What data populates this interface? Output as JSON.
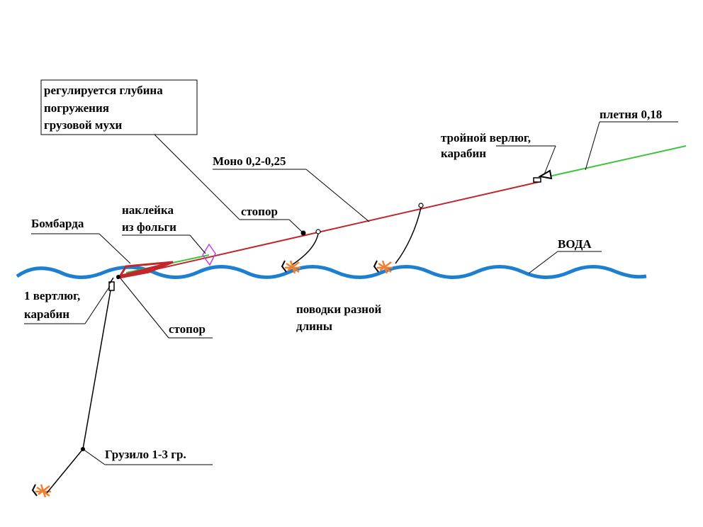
{
  "colors": {
    "mono_line": "#c0262b",
    "braid_line": "#3cc43c",
    "water": "#1e7fd0",
    "fly": "#f08030",
    "foil_sticker": "#c040e0",
    "ink": "#000000"
  },
  "labels": {
    "depth_note": [
      "регулируется глубина",
      "погружения",
      "грузовой мухи"
    ],
    "braid": "плетня 0,18",
    "triple_swivel": [
      "тройной верлюг,",
      "карабин"
    ],
    "mono": "Моно 0,2-0,25",
    "stopper_top": "стопор",
    "foil_sticker": [
      "наклейка",
      "из фольги"
    ],
    "bombarda": "Бомбарда",
    "water": "ВОДА",
    "swivel_1": [
      "1 вертлюг,",
      "карабин"
    ],
    "stopper_bottom": "стопор",
    "leaders": [
      "поводки разной",
      "длины"
    ],
    "sinker": "Грузило 1-3 гр."
  },
  "icons": [
    "fly-icon",
    "fly-icon",
    "fly-icon",
    "swivel-icon",
    "triple-swivel-icon",
    "stopper-icon",
    "sinker-icon",
    "bombarda-float-icon",
    "foil-sticker-icon"
  ]
}
